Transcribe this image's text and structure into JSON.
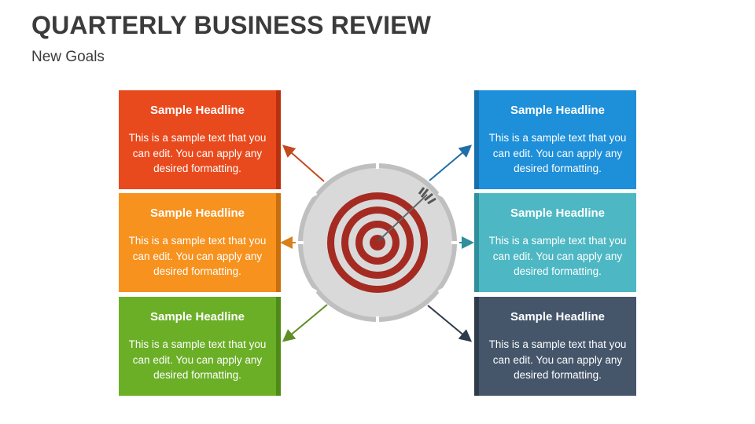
{
  "header": {
    "title": "QUARTERLY BUSINESS REVIEW",
    "subtitle": "New Goals"
  },
  "boxes": [
    {
      "side": "left",
      "headline": "Sample Headline",
      "text": "This is a sample text that you can edit. You can apply any desired formatting.",
      "color": "#E94A1D",
      "edge": "#B8310E"
    },
    {
      "side": "left",
      "headline": "Sample Headline",
      "text": "This is a sample text that you can edit. You can apply any desired formatting.",
      "color": "#F7921E",
      "edge": "#C96E0A"
    },
    {
      "side": "left",
      "headline": "Sample Headline",
      "text": "This is a sample text that you can edit. You can apply any desired formatting.",
      "color": "#6BAF27",
      "edge": "#4E8A16"
    },
    {
      "side": "right",
      "headline": "Sample Headline",
      "text": "This is a sample text that you can edit. You can apply any desired formatting.",
      "color": "#1E8FD9",
      "edge": "#1670AD"
    },
    {
      "side": "right",
      "headline": "Sample Headline",
      "text": "This is a sample text that you can edit. You can apply any desired formatting.",
      "color": "#4DB8C4",
      "edge": "#2F8F9A"
    },
    {
      "side": "right",
      "headline": "Sample Headline",
      "text": "This is a sample text that you can edit. You can apply any desired formatting.",
      "color": "#45566B",
      "edge": "#2E3B4B"
    }
  ],
  "colors": {
    "target_ring": "#A52B22",
    "disc": "#D9D9D9",
    "disc_border": "#BFBFBF"
  }
}
